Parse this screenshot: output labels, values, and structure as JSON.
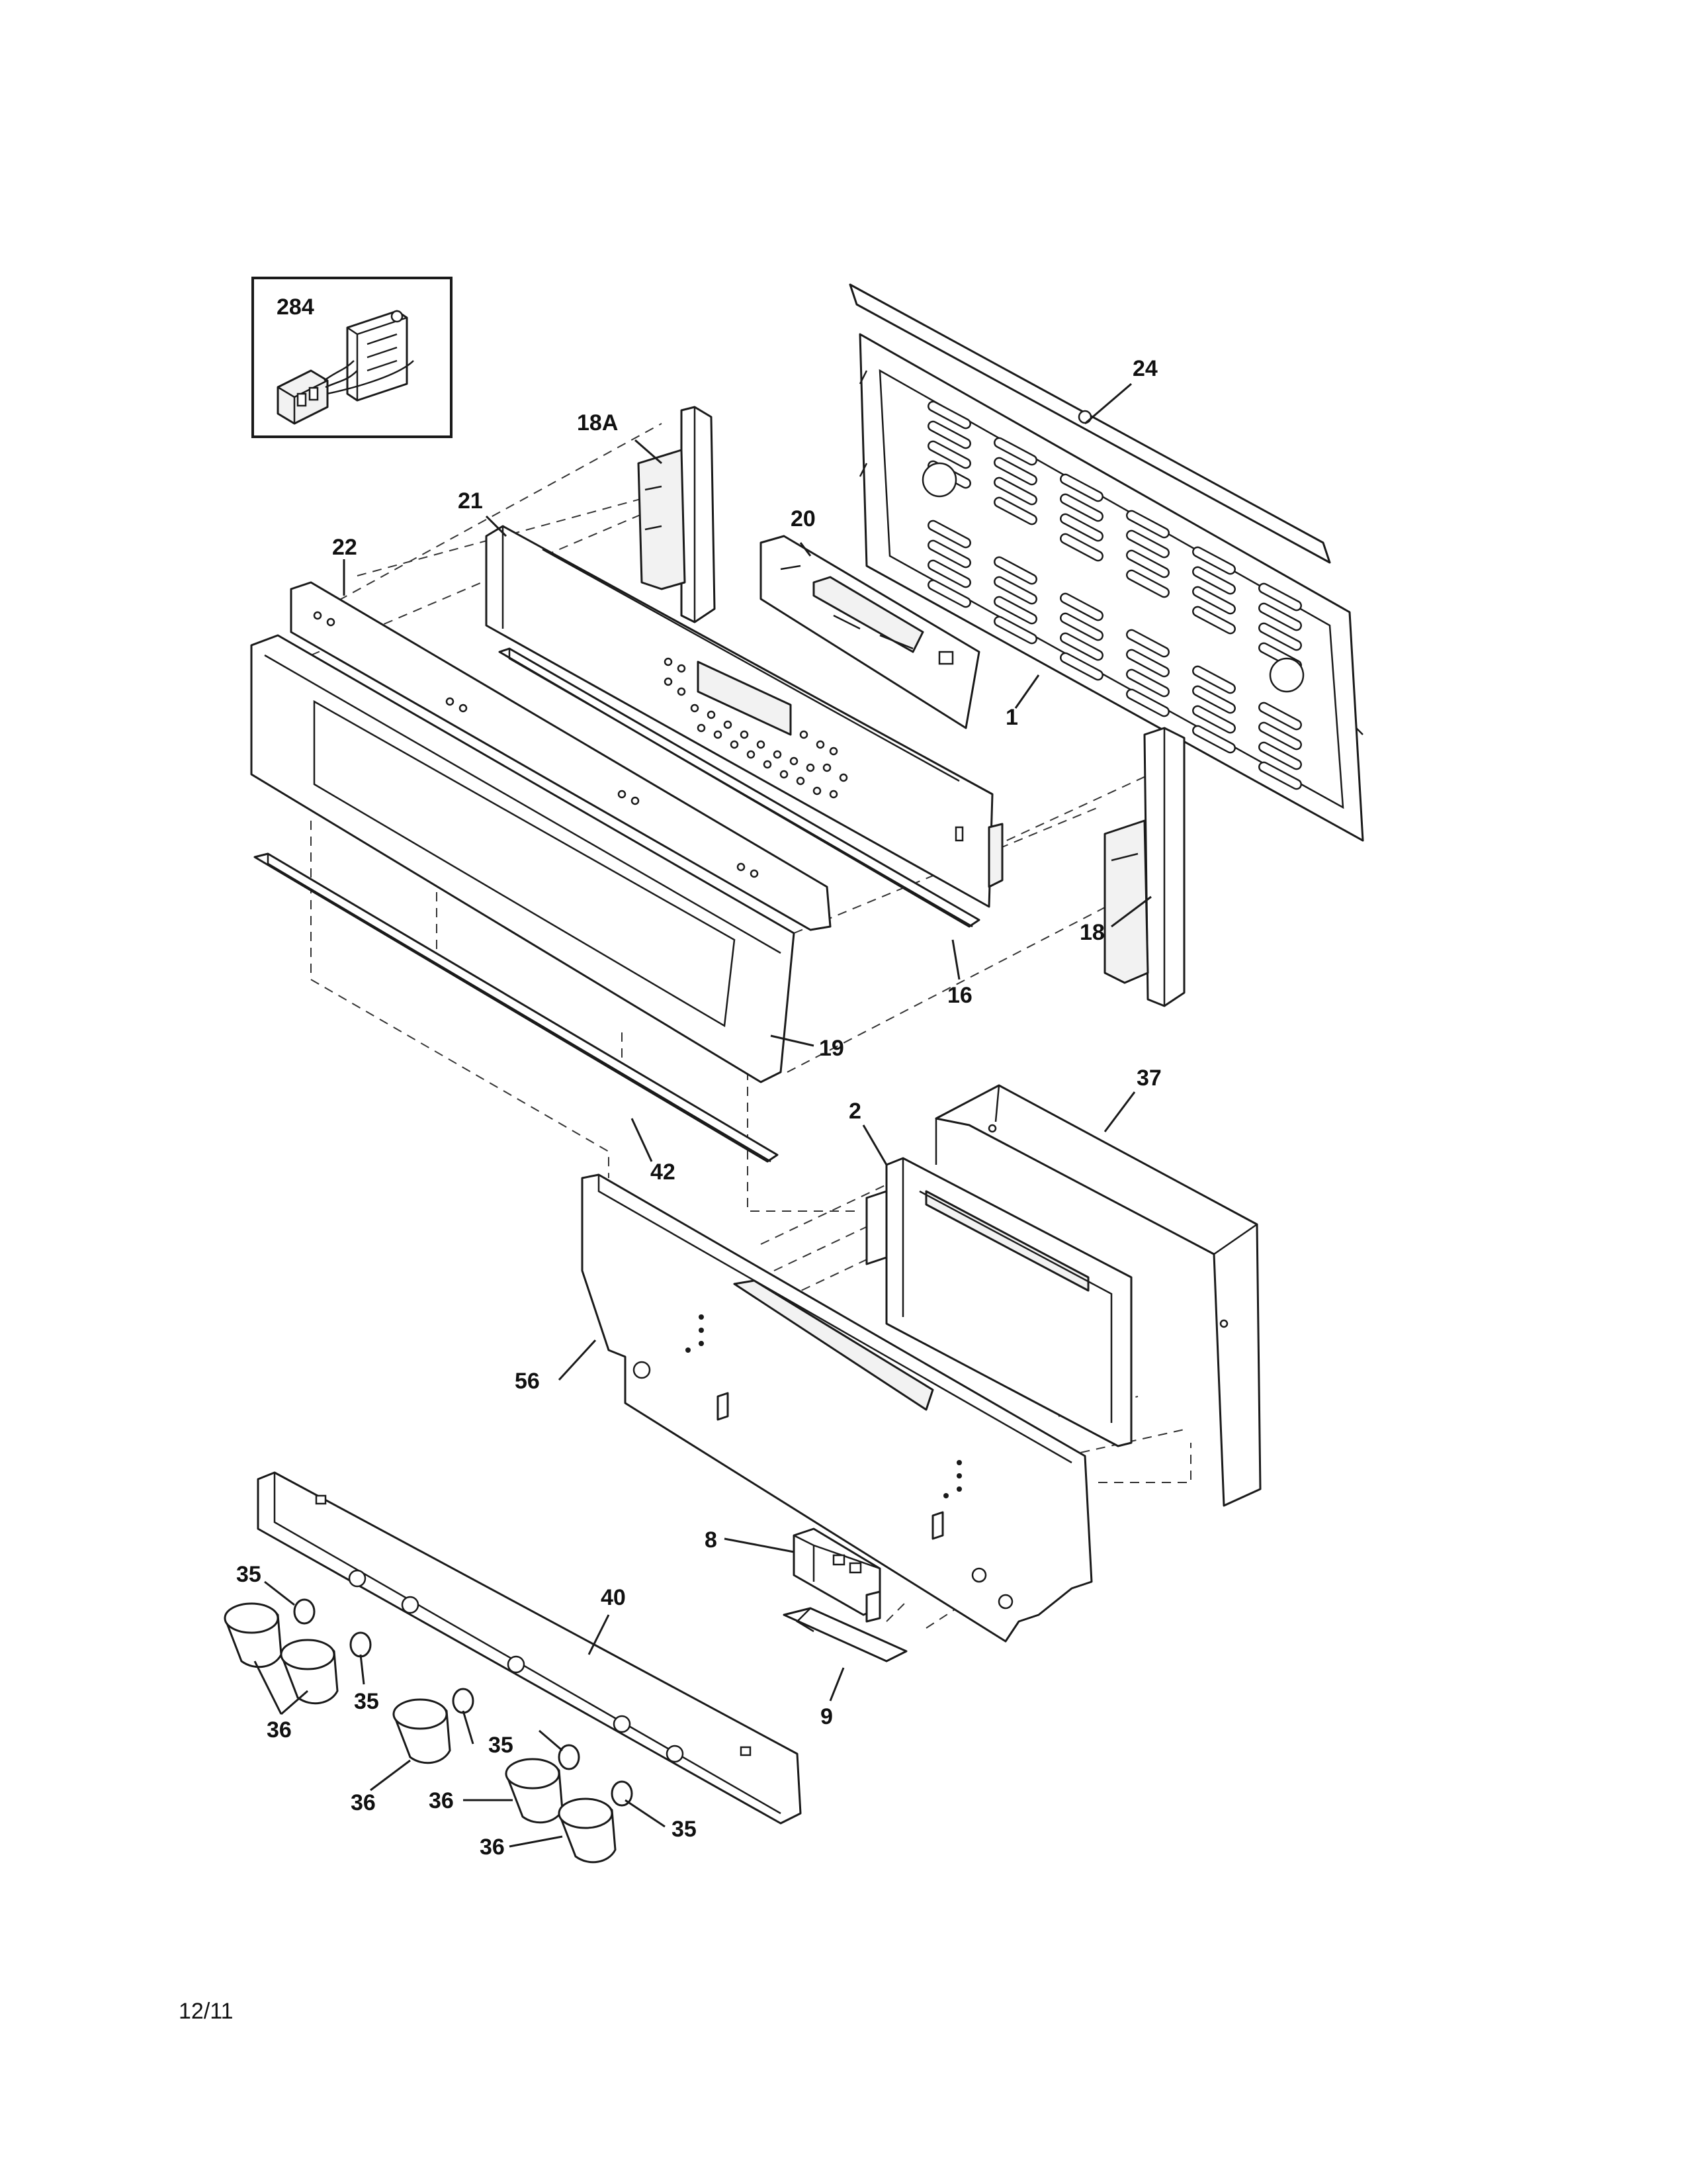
{
  "diagram": {
    "inset_label": "284",
    "callouts": {
      "c1": "1",
      "c2": "2",
      "c8": "8",
      "c9": "9",
      "c16": "16",
      "c18": "18",
      "c18a": "18A",
      "c19": "19",
      "c20": "20",
      "c21": "21",
      "c22": "22",
      "c24": "24",
      "c35a": "35",
      "c35b": "35",
      "c35c": "35",
      "c35d": "35",
      "c36a": "36",
      "c36b": "36",
      "c36c": "36",
      "c36d": "36",
      "c37": "37",
      "c40": "40",
      "c42": "42",
      "c56": "56"
    },
    "footer_date": "12/11"
  }
}
